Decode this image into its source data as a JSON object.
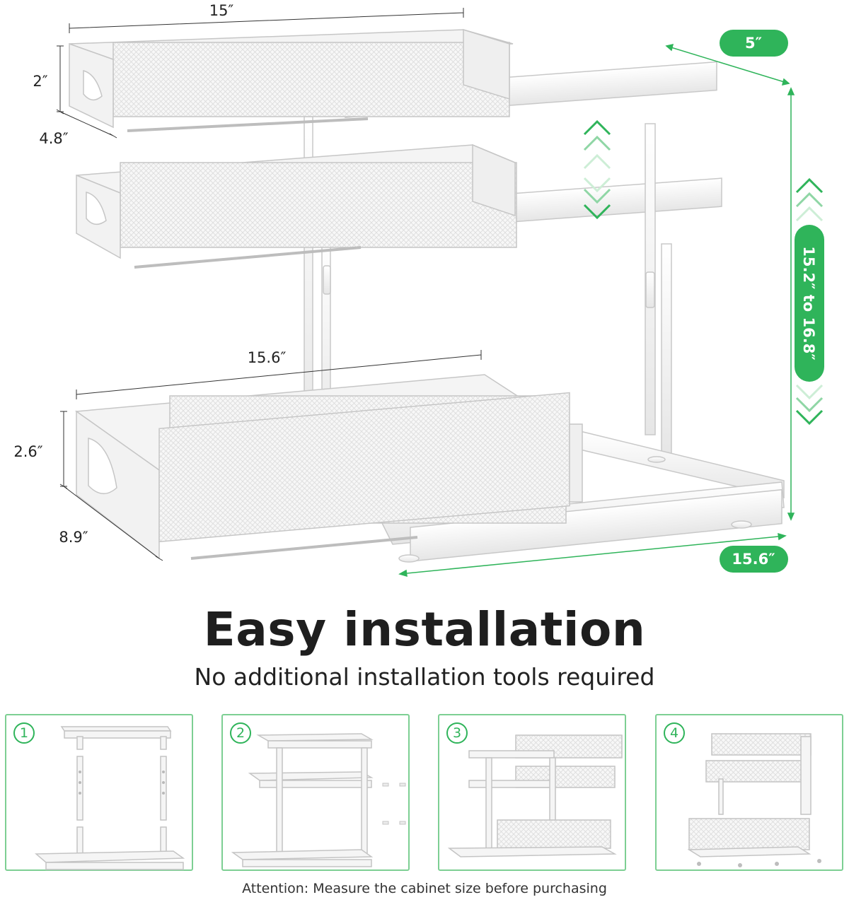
{
  "dimensions": {
    "top_width": "15″",
    "top_height": "2″",
    "top_depth": "4.8″",
    "bottom_width": "15.6″",
    "bottom_height": "2.6″",
    "bottom_depth": "8.9″",
    "side_depth": "5″",
    "adjustable_height": "15.2″ to 16.8″",
    "overall_width": "15.6″"
  },
  "colors": {
    "accent": "#2fb45a",
    "accent_light": "#a8e2b8"
  },
  "installation": {
    "title": "Easy installation",
    "subtitle": "No additional installation tools required",
    "steps": [
      {
        "number": "1"
      },
      {
        "number": "2"
      },
      {
        "number": "3"
      },
      {
        "number": "4"
      }
    ]
  },
  "footer_note": "Attention: Measure the cabinet size before purchasing"
}
